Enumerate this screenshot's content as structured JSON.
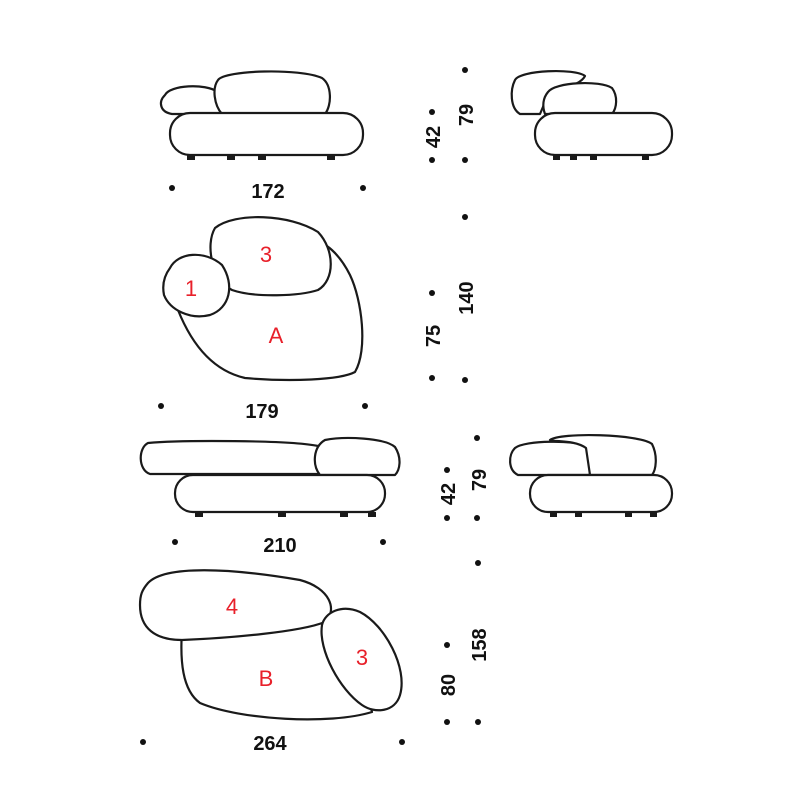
{
  "dimensions": {
    "module_a": {
      "side_width": "172",
      "seat_height": "42",
      "total_height": "79",
      "plan_width": "179",
      "plan_depth": "140",
      "seat_depth": "75"
    },
    "module_b": {
      "side_width": "210",
      "seat_height": "42",
      "total_height": "79",
      "plan_width": "264",
      "plan_depth": "158",
      "seat_depth": "80"
    }
  },
  "labels": {
    "a_cushion_1": "1",
    "a_cushion_3": "3",
    "a_base": "A",
    "b_cushion_4": "4",
    "b_cushion_3": "3",
    "b_base": "B"
  },
  "colors": {
    "label_red": "#e8202a",
    "line": "#1a1a1a"
  }
}
